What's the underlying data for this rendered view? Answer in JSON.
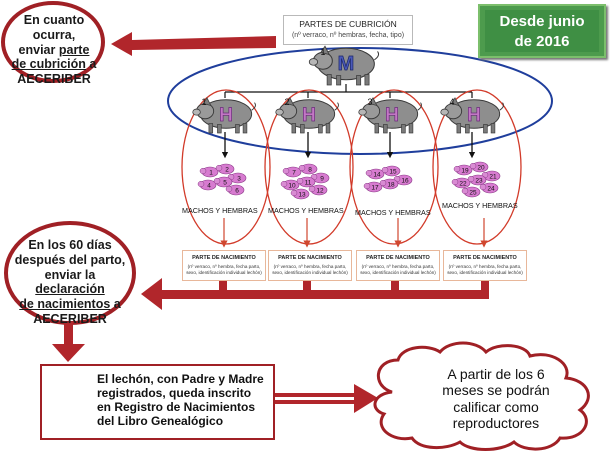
{
  "top_left_note": {
    "line1": "En cuanto",
    "line2": "ocurra,",
    "line3_a": "enviar ",
    "line3_b": "parte",
    "line4": "de cubrición",
    "line4_b": " a",
    "line5": "AECERIBER"
  },
  "cubricion_box": {
    "title": "PARTES DE CUBRICIÓN",
    "subtitle": "(nº verraco, nº hembras, fecha, tipo)"
  },
  "desde_box": {
    "line1": "Desde junio",
    "line2": "de 2016"
  },
  "male_pig": {
    "number": "1",
    "letter": "M"
  },
  "female_pigs": [
    {
      "number": "1",
      "letter": "H"
    },
    {
      "number": "2",
      "letter": "H"
    },
    {
      "number": "3",
      "letter": "H"
    },
    {
      "number": "4",
      "letter": "H"
    }
  ],
  "litters": [
    {
      "label": "MACHOS Y HEMBRAS",
      "numbers": [
        "1",
        "2",
        "3",
        "4",
        "5",
        "6"
      ]
    },
    {
      "label": "MACHOS Y HEMBRAS",
      "numbers": [
        "7",
        "8",
        "9",
        "10",
        "11",
        "12",
        "13"
      ]
    },
    {
      "label": "MACHOS Y HEMBRAS",
      "numbers": [
        "14",
        "15",
        "16",
        "17",
        "18"
      ]
    },
    {
      "label": "MACHOS Y HEMBRAS",
      "numbers": [
        "19",
        "20",
        "21",
        "22",
        "23",
        "24",
        "25"
      ]
    }
  ],
  "nacimiento_boxes": [
    {
      "title": "PARTE DE NACIMIENTO",
      "body": "(nº verraco, nº hembra, fecha parto, sexo, identificación individual lechón)"
    },
    {
      "title": "PARTE DE NACIMIENTO",
      "body": "(nº verraco, nº hembra, fecha parto, sexo, identificación individual lechón)"
    },
    {
      "title": "PARTE DE NACIMIENTO",
      "body": "(nº verraco, nº hembra, fecha parto, sexo, identificación individual lechón)"
    },
    {
      "title": "PARTE DE NACIMIENTO",
      "body": "(nº verraco, nº hembra, fecha parto, sexo, identificación individual lechón)"
    }
  ],
  "middle_left_note": {
    "line1": "En los 60 días",
    "line2": "después del parto,",
    "line3_a": "enviar la ",
    "line3_b": "declaración",
    "line4": "de nacimientos",
    "line4_b": " a",
    "line5": "AECERIBER"
  },
  "registro_box": {
    "line1": "El lechón, con Padre y Madre",
    "line2": "registrados, queda inscrito",
    "line3": "en Registro de Nacimientos",
    "line4": "del Libro Genealógico"
  },
  "cloud_note": {
    "line1": "A partir de los 6",
    "line2": "meses se podrán",
    "line3": "calificar como",
    "line4": "reproductores"
  },
  "colors": {
    "accent_red": "#a02025",
    "arrow_red": "#b1262b",
    "ellipse_blue": "#1f3e9c",
    "desde_green": "#3f8f44",
    "pig_grey": "#8c8c8c",
    "piglet_pink": "#d77bd0",
    "letter_purple": "#7a3f9e"
  }
}
